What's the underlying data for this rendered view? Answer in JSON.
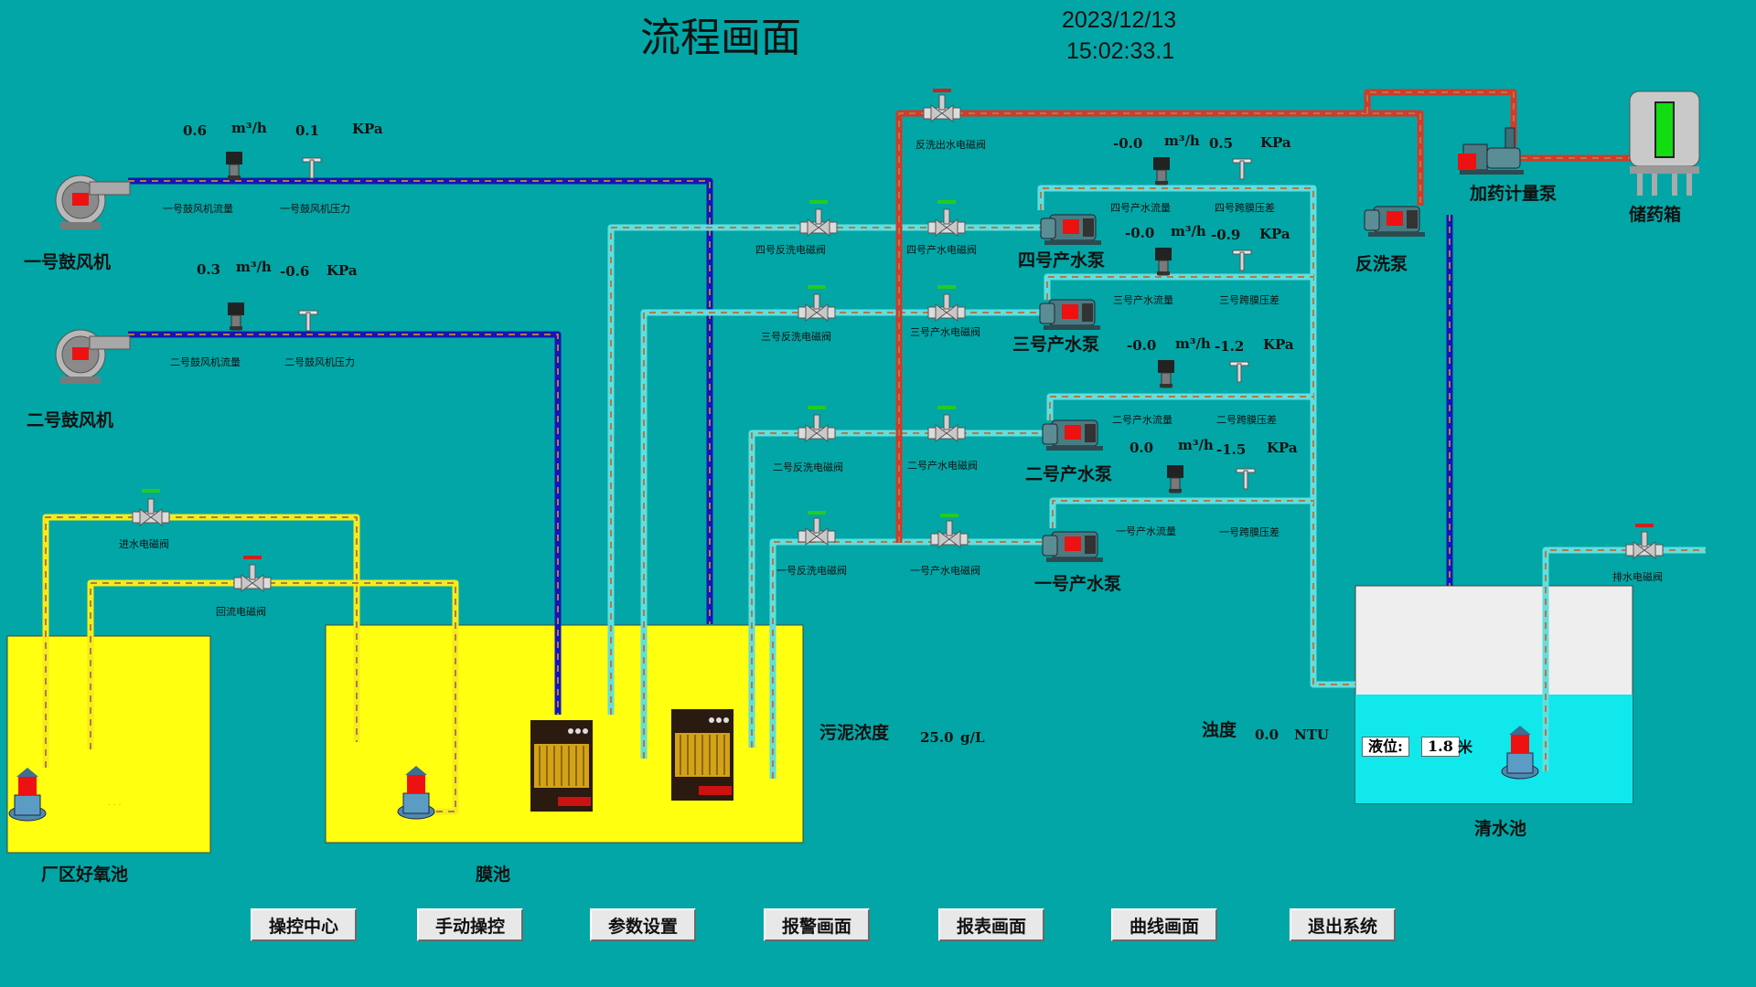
{
  "title": "流程画面",
  "datetime": {
    "date": "2023/12/13",
    "time": "15:02:33.1"
  },
  "blowers": [
    {
      "label": "一号鼓风机",
      "flow_value": "0.6",
      "flow_unit": "m³/h",
      "pressure_value": "0.1",
      "pressure_unit": "KPa",
      "flow_label": "一号鼓风机流量",
      "pressure_label": "一号鼓风机压力"
    },
    {
      "label": "二号鼓风机",
      "flow_value": "0.3",
      "flow_unit": "m³/h",
      "pressure_value": "-0.6",
      "pressure_unit": "KPa",
      "flow_label": "二号鼓风机流量",
      "pressure_label": "二号鼓风机压力"
    }
  ],
  "production_pumps": [
    {
      "label": "四号产水泵",
      "flow_value": "-0.0",
      "flow_unit": "m³/h",
      "tmp_value": "0.5",
      "tmp_unit": "KPa",
      "flow_label": "四号产水流量",
      "tmp_label": "四号跨膜压差",
      "product_valve": "四号产水电磁阀",
      "backwash_valve": "四号反洗电磁阀"
    },
    {
      "label": "三号产水泵",
      "flow_value": "-0.0",
      "flow_unit": "m³/h",
      "tmp_value": "-0.9",
      "tmp_unit": "KPa",
      "flow_label": "三号产水流量",
      "tmp_label": "三号跨膜压差",
      "product_valve": "三号产水电磁阀",
      "backwash_valve": "三号反洗电磁阀"
    },
    {
      "label": "二号产水泵",
      "flow_value": "-0.0",
      "flow_unit": "m³/h",
      "tmp_value": "-1.2",
      "tmp_unit": "KPa",
      "flow_label": "二号产水流量",
      "tmp_label": "二号跨膜压差",
      "product_valve": "二号产水电磁阀",
      "backwash_valve": "二号反洗电磁阀"
    },
    {
      "label": "一号产水泵",
      "flow_value": "0.0",
      "flow_unit": "m³/h",
      "tmp_value": "-1.5",
      "tmp_unit": "KPa",
      "flow_label": "一号产水流量",
      "tmp_label": "一号跨膜压差",
      "product_valve": "一号产水电磁阀",
      "backwash_valve": "一号反洗电磁阀"
    }
  ],
  "valves": {
    "backwash_outlet": "反洗出水电磁阀",
    "inlet": "进水电磁阀",
    "reflux": "回流电磁阀",
    "drain": "排水电磁阀"
  },
  "equipment": {
    "backwash_pump": "反洗泵",
    "dosing_pump": "加药计量泵",
    "chem_tank": "储药箱"
  },
  "tanks": {
    "aerobic": "厂区好氧池",
    "aerobic_note": ". . .",
    "membrane": "膜池",
    "clear": "清水池"
  },
  "readouts": {
    "sludge_label": "污泥浓度",
    "sludge_value": "25.0",
    "sludge_unit": "g/L",
    "turbidity_label": "浊度",
    "turbidity_value": "0.0",
    "turbidity_unit": "NTU",
    "level_label": "液位:",
    "level_value": "1.8",
    "level_unit": "米",
    "level_fraction": 0.5
  },
  "buttons": [
    "操控中心",
    "手动操控",
    "参数设置",
    "报警画面",
    "报表画面",
    "曲线画面",
    "退出系统"
  ],
  "colors": {
    "background": "#02a6a6",
    "air_pipe": "#1616b4",
    "yellow_pipe": "#f4ec1a",
    "water_pipe": "#62dede",
    "backwash_pipe": "#d23a2a",
    "pipe_stripe": "#b07a4a",
    "valve_open": "#22cc22",
    "valve_closed": "#cc2222",
    "tank_yellow": "#ffff10",
    "clear_water": "#10e8ec",
    "motor_red": "#ee1111"
  }
}
